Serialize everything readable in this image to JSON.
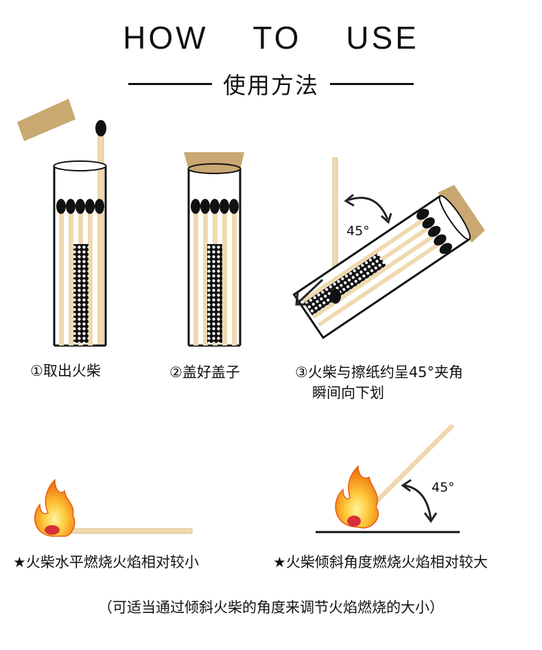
{
  "header": {
    "title_words": [
      "HOW",
      "TO",
      "USE"
    ],
    "subtitle": "使用方法"
  },
  "steps": [
    {
      "label": "①取出火柴"
    },
    {
      "label": "②盖好盖子"
    },
    {
      "label": "③火柴与擦纸约呈45°夹角",
      "label_line2": "瞬间向下划"
    }
  ],
  "angle_labels": {
    "strike": "45°",
    "tilted": "45°"
  },
  "flames": [
    {
      "label": "★火柴水平燃烧火焰相对较小"
    },
    {
      "label": "★火柴倾斜角度燃烧火焰相对较大"
    }
  ],
  "footnote": "（可适当通过倾斜火柴的角度来调节火焰燃烧的大小）",
  "colors": {
    "cork": "#c9a871",
    "stick": "#f0d9b0",
    "stick_edge": "#d8bd8a",
    "ink": "#111111",
    "flame_outer": "#f7a11c",
    "flame_inner": "#fde27a",
    "match_tip_lit": "#d8303a"
  }
}
